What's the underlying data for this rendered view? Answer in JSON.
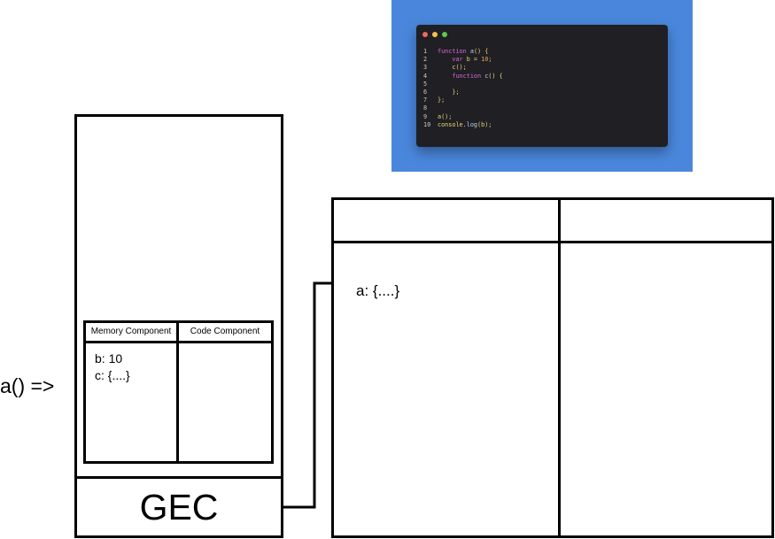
{
  "left_label": "a() =>",
  "call_stack": {
    "gec_label": "GEC",
    "inner_table": {
      "memory_header": "Memory Component",
      "code_header": "Code Component",
      "memory_items": [
        "b: 10",
        "c: {....}"
      ]
    }
  },
  "global_context": {
    "memory_items": [
      "a: {....}"
    ]
  },
  "code_snippet": {
    "window_dot_colors": [
      "#ed6a5e",
      "#f5bf4f",
      "#62c554"
    ],
    "lines": [
      {
        "num": "1",
        "parts": [
          {
            "t": "function ",
            "c": "kw"
          },
          {
            "t": "a",
            "c": "fn"
          },
          {
            "t": "() {",
            "c": "txt"
          }
        ]
      },
      {
        "num": "2",
        "parts": [
          {
            "t": "    var ",
            "c": "kw"
          },
          {
            "t": "b = ",
            "c": "txt"
          },
          {
            "t": "10",
            "c": "num"
          },
          {
            "t": ";",
            "c": "txt"
          }
        ]
      },
      {
        "num": "3",
        "parts": [
          {
            "t": "    c();",
            "c": "txt"
          }
        ]
      },
      {
        "num": "4",
        "parts": [
          {
            "t": "    function ",
            "c": "kw"
          },
          {
            "t": "c",
            "c": "fn"
          },
          {
            "t": "() {",
            "c": "txt"
          }
        ]
      },
      {
        "num": "5",
        "parts": [
          {
            "t": "",
            "c": "txt"
          }
        ]
      },
      {
        "num": "6",
        "parts": [
          {
            "t": "    };",
            "c": "txt"
          }
        ]
      },
      {
        "num": "7",
        "parts": [
          {
            "t": "};",
            "c": "txt"
          }
        ]
      },
      {
        "num": "8",
        "parts": [
          {
            "t": "",
            "c": "txt"
          }
        ]
      },
      {
        "num": "9",
        "parts": [
          {
            "t": "a();",
            "c": "txt"
          }
        ]
      },
      {
        "num": "10",
        "parts": [
          {
            "t": "console",
            "c": "txt"
          },
          {
            "t": ".log",
            "c": "fn"
          },
          {
            "t": "(b);",
            "c": "txt"
          }
        ]
      }
    ]
  }
}
